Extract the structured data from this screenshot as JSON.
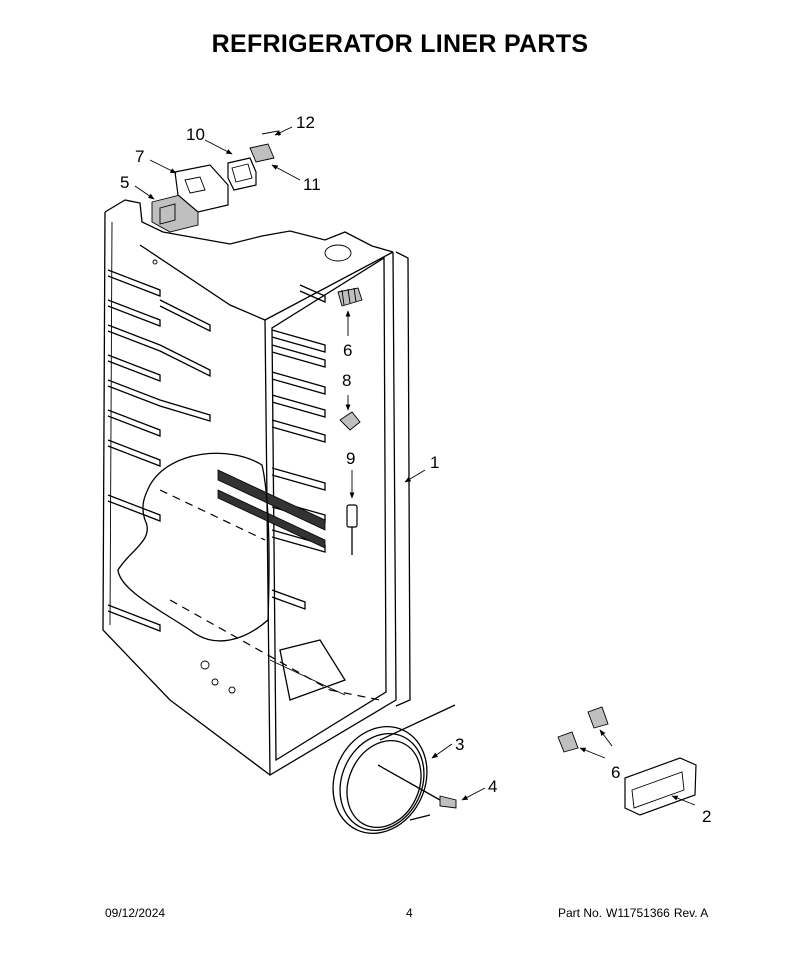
{
  "title": "REFRIGERATOR LINER PARTS",
  "callouts": [
    "1",
    "2",
    "3",
    "4",
    "5",
    "6",
    "6",
    "7",
    "8",
    "9",
    "10",
    "11",
    "12"
  ],
  "footer": {
    "date": "09/12/2024",
    "page": "4",
    "part_label": "Part No.",
    "part_number": "W11751366",
    "revision": "Rev.  A"
  }
}
